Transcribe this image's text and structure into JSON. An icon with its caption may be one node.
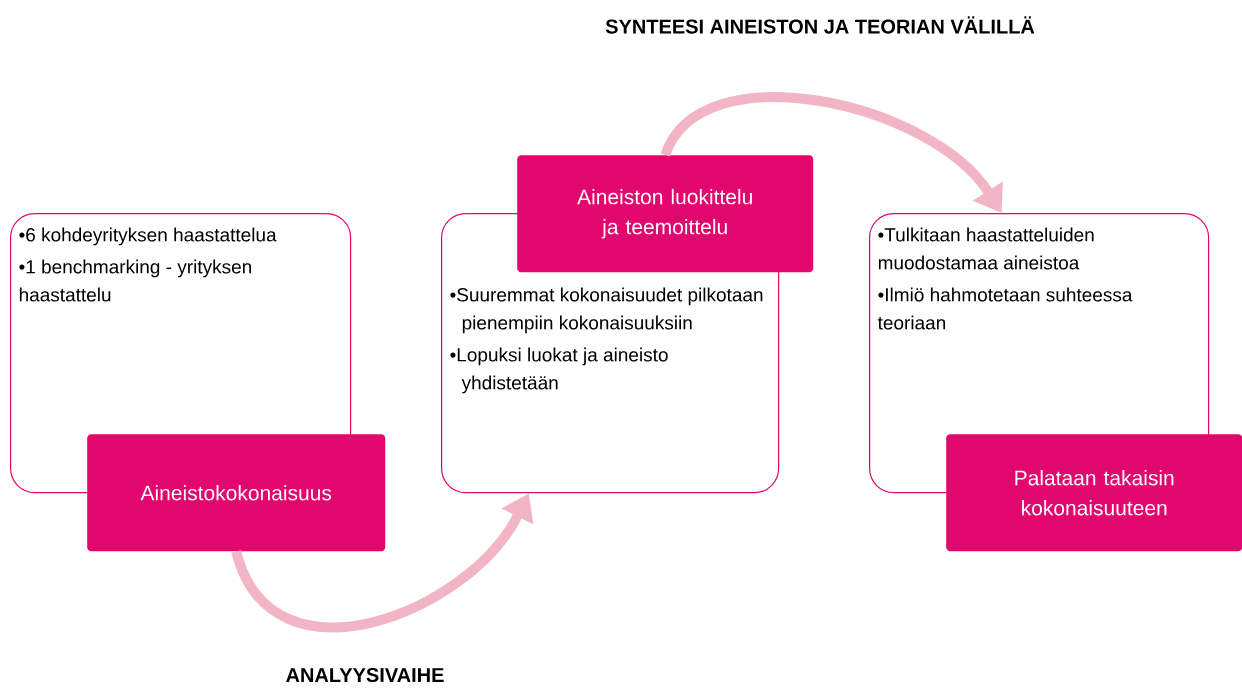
{
  "diagram": {
    "nodes": [
      {
        "text": [
          "•6 kohdeyrityksen haastattelua",
          "•1 benchmarking - yrityksen haastattelu"
        ]
      },
      {
        "text": [
          "Aineistokokonaisuus"
        ]
      },
      {
        "text": [
          "•Suuremmat kokonaisuudet pilkotaan pienempiin kokonaisuuksiin",
          "•Lopuksi luokat ja aineisto yhdistetään"
        ]
      },
      {
        "text": [
          "Aineiston luokittelu ja teemoittelu"
        ]
      },
      {
        "text": [
          "•Tulkitaan haastatteluiden muodostamaa aineistoa",
          "•Ilmiö hahmotetaan suhteessa teoriaan"
        ]
      },
      {
        "text": [
          "Palataan takaisin kokonaisuuteen"
        ]
      }
    ],
    "edges": [
      {
        "from": 1,
        "to": 2,
        "arrow": "to",
        "label": "ANALYYSIVAIHE"
      },
      {
        "from": 3,
        "to": 4,
        "arrow": "to",
        "label": "SYNTEESI AINEISTON JA TEORIAN VÄLILLÄ"
      }
    ]
  }
}
